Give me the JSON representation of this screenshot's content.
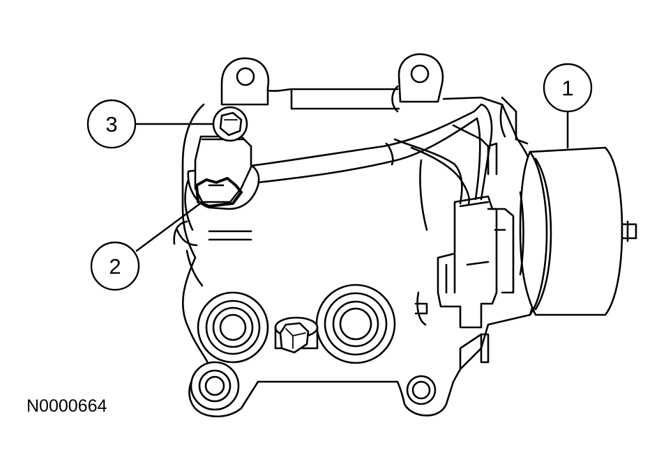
{
  "figure_id": "N0000664",
  "callouts": [
    {
      "label": "1"
    },
    {
      "label": "2"
    },
    {
      "label": "3"
    }
  ]
}
